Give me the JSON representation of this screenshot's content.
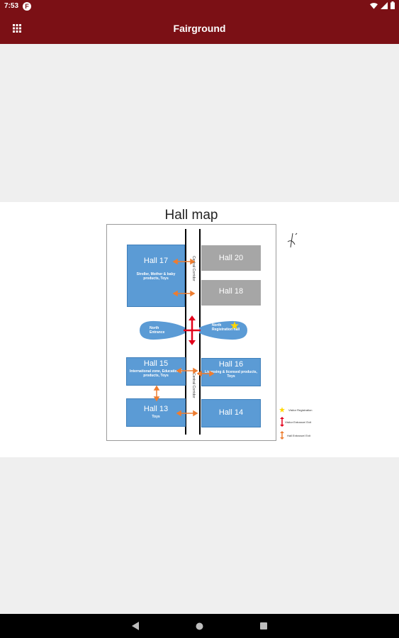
{
  "status_bar": {
    "time": "7:53",
    "app_badge": "F"
  },
  "app_bar": {
    "title": "Fairground"
  },
  "hall_map": {
    "title": "Hall map",
    "halls": [
      {
        "name": "Hall 17",
        "desc": "Stroller, Mother & baby products, Toys"
      },
      {
        "name": "Hall 20",
        "desc": ""
      },
      {
        "name": "Hall 18",
        "desc": ""
      },
      {
        "name": "Hall 15",
        "desc": "International zone, Educational products, Toys"
      },
      {
        "name": "Hall 16",
        "desc": "Licensing & licensed products, Toys"
      },
      {
        "name": "Hall 13",
        "desc": "Toys"
      },
      {
        "name": "Hall 14",
        "desc": ""
      }
    ],
    "north_lobby": "North Entrance",
    "registration": "North Registration hall",
    "corridor_label": "Central Corridor",
    "legend": [
      {
        "label": "Visitor Registration",
        "icon": "star-icon"
      },
      {
        "label": "Visitor Entrance/ Exit",
        "icon": "red-arrow-icon"
      },
      {
        "label": "Hall Entrance/ Exit",
        "icon": "orange-arrow-icon"
      }
    ],
    "colors": {
      "hall_blue": "#5b9bd5",
      "hall_gray": "#a6a6a6",
      "arrow_orange": "#ed7d31",
      "arrow_red": "#e3001b",
      "star": "#ffd700"
    }
  },
  "theme": {
    "primary": "#7b1015"
  }
}
